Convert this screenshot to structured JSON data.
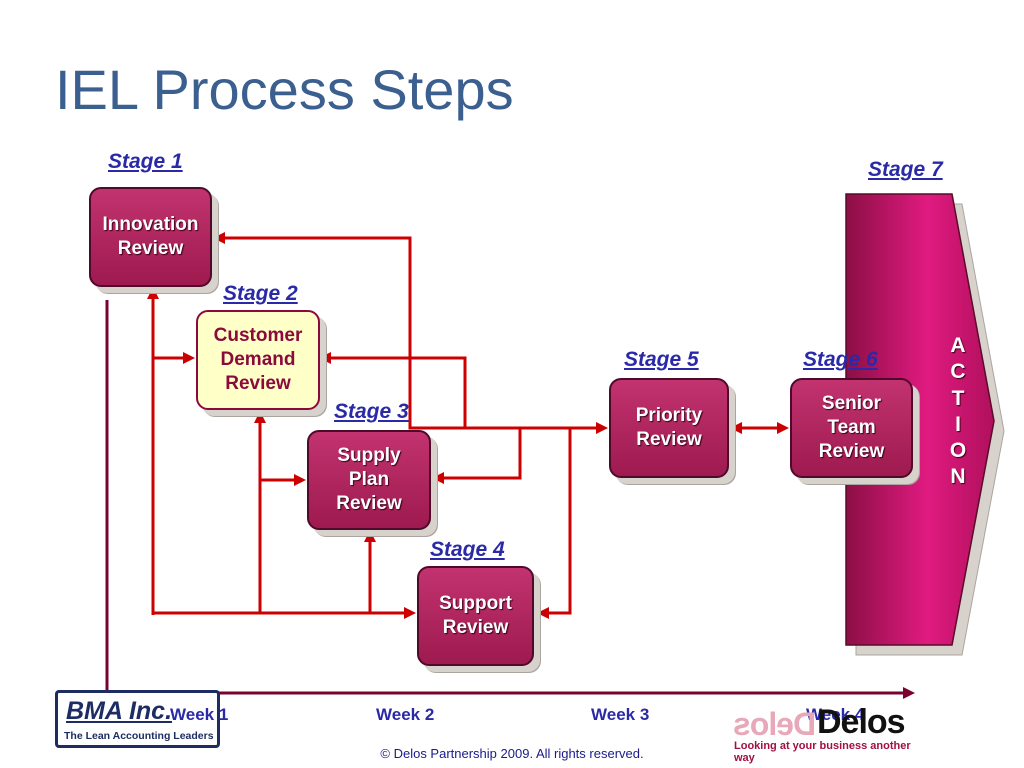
{
  "title": "IEL Process Steps",
  "stages": {
    "s1": "Stage 1",
    "s2": "Stage 2",
    "s3": "Stage 3",
    "s4": "Stage 4",
    "s5": "Stage 5",
    "s6": "Stage 6",
    "s7": "Stage 7"
  },
  "boxes": {
    "innovation": "Innovation\nReview",
    "customer": "Customer\nDemand\nReview",
    "supply": "Supply\nPlan\nReview",
    "support": "Support\nReview",
    "priority": "Priority\nReview",
    "senior": "Senior\nTeam\nReview",
    "action": "A\nC\nT\nI\nO\nN"
  },
  "weeks": [
    "Week 1",
    "Week 2",
    "Week 3",
    "Week 4"
  ],
  "logo_bma": {
    "name": "BMA Inc.",
    "tagline": "The Lean Accounting Leaders"
  },
  "logo_delos": {
    "mirror": "Delos",
    "brand": "Delos",
    "slogan": "Looking at your business another way"
  },
  "footer": "© Delos Partnership 2009.  All rights reserved.",
  "colors": {
    "arrow": "#cc0000",
    "box": "#a8205a",
    "title": "#3b5f8f",
    "stage": "#2a2aa8",
    "action": "#c0186a"
  }
}
